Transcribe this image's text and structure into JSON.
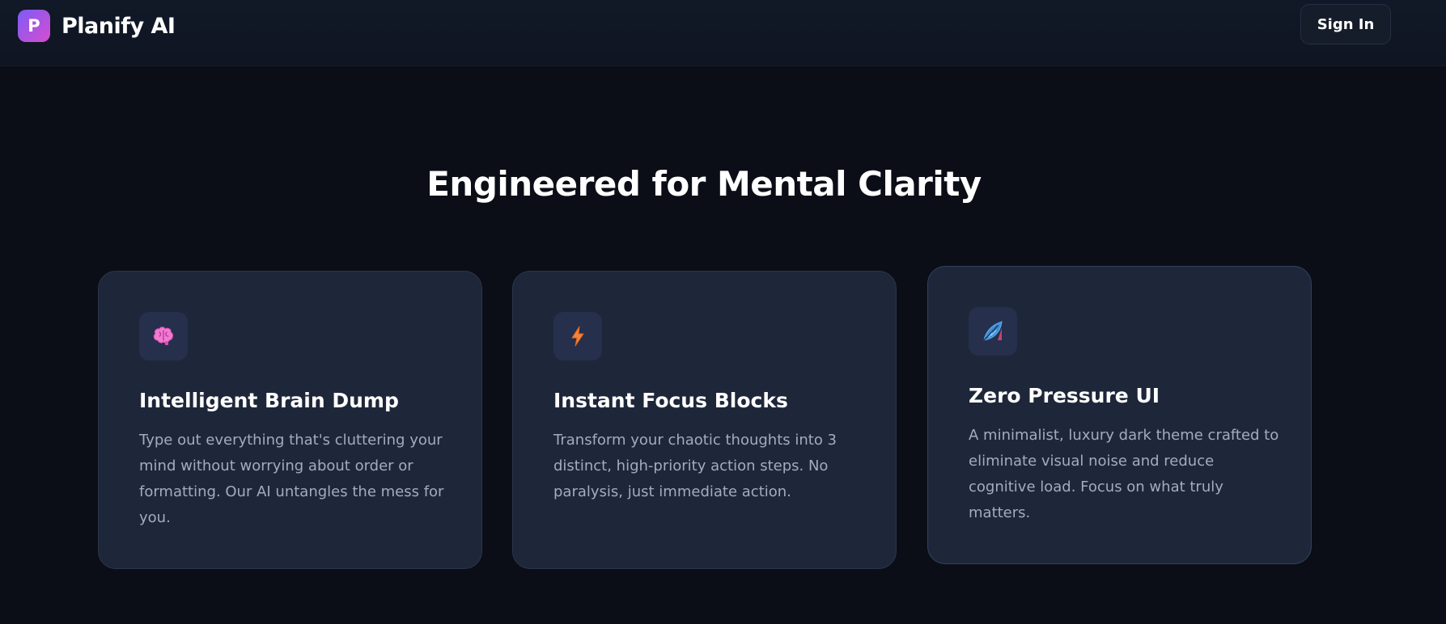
{
  "nav": {
    "logo_letter": "P",
    "brand_name": "Planify AI",
    "signin_label": "Sign In"
  },
  "main": {
    "heading": "Engineered for Mental Clarity"
  },
  "features": [
    {
      "icon": "brain-icon",
      "title": "Intelligent Brain Dump",
      "description": "Type out everything that's cluttering your mind without worrying about order or formatting. Our AI untangles the mess for you."
    },
    {
      "icon": "lightning-icon",
      "title": "Instant Focus Blocks",
      "description": "Transform your chaotic thoughts into 3 distinct, high-priority action steps. No paralysis, just immediate action."
    },
    {
      "icon": "feather-icon",
      "title": "Zero Pressure UI",
      "description": "A minimalist, luxury dark theme crafted to eliminate visual noise and reduce cognitive load. Focus on what truly matters."
    }
  ],
  "colors": {
    "background": "#0b0e16",
    "card": "#1e2739",
    "accent_gradient_start": "#7c5cf6",
    "accent_gradient_end": "#d64dcf",
    "muted_text": "#a3acbd"
  }
}
